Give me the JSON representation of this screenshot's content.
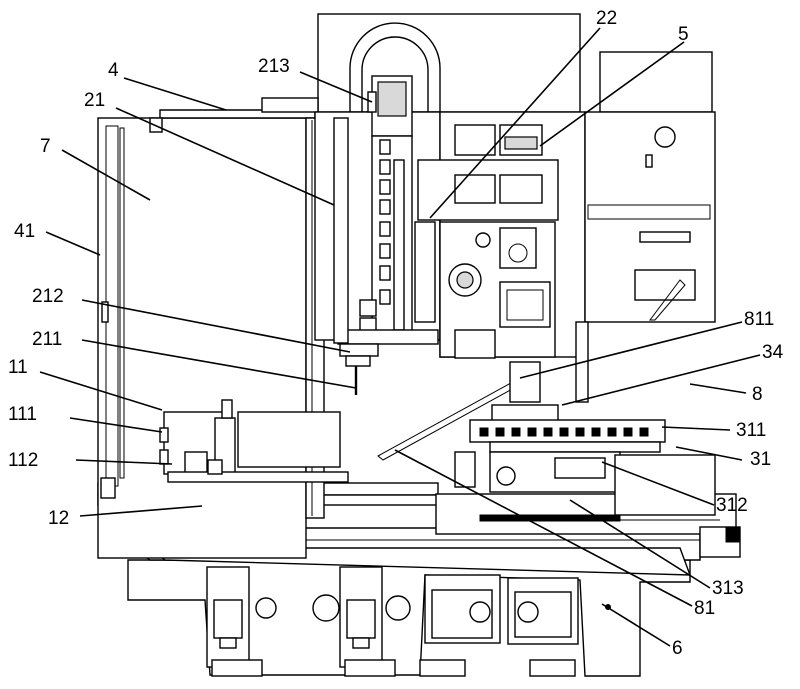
{
  "labels": {
    "l_22": "22",
    "l_5": "5",
    "l_213": "213",
    "l_4": "4",
    "l_21": "21",
    "l_7": "7",
    "l_41": "41",
    "l_212": "212",
    "l_811": "811",
    "l_211": "211",
    "l_34": "34",
    "l_11": "11",
    "l_8": "8",
    "l_111": "111",
    "l_311": "311",
    "l_112": "112",
    "l_31": "31",
    "l_312": "312",
    "l_12": "12",
    "l_313": "313",
    "l_81": "81",
    "l_6": "6"
  }
}
